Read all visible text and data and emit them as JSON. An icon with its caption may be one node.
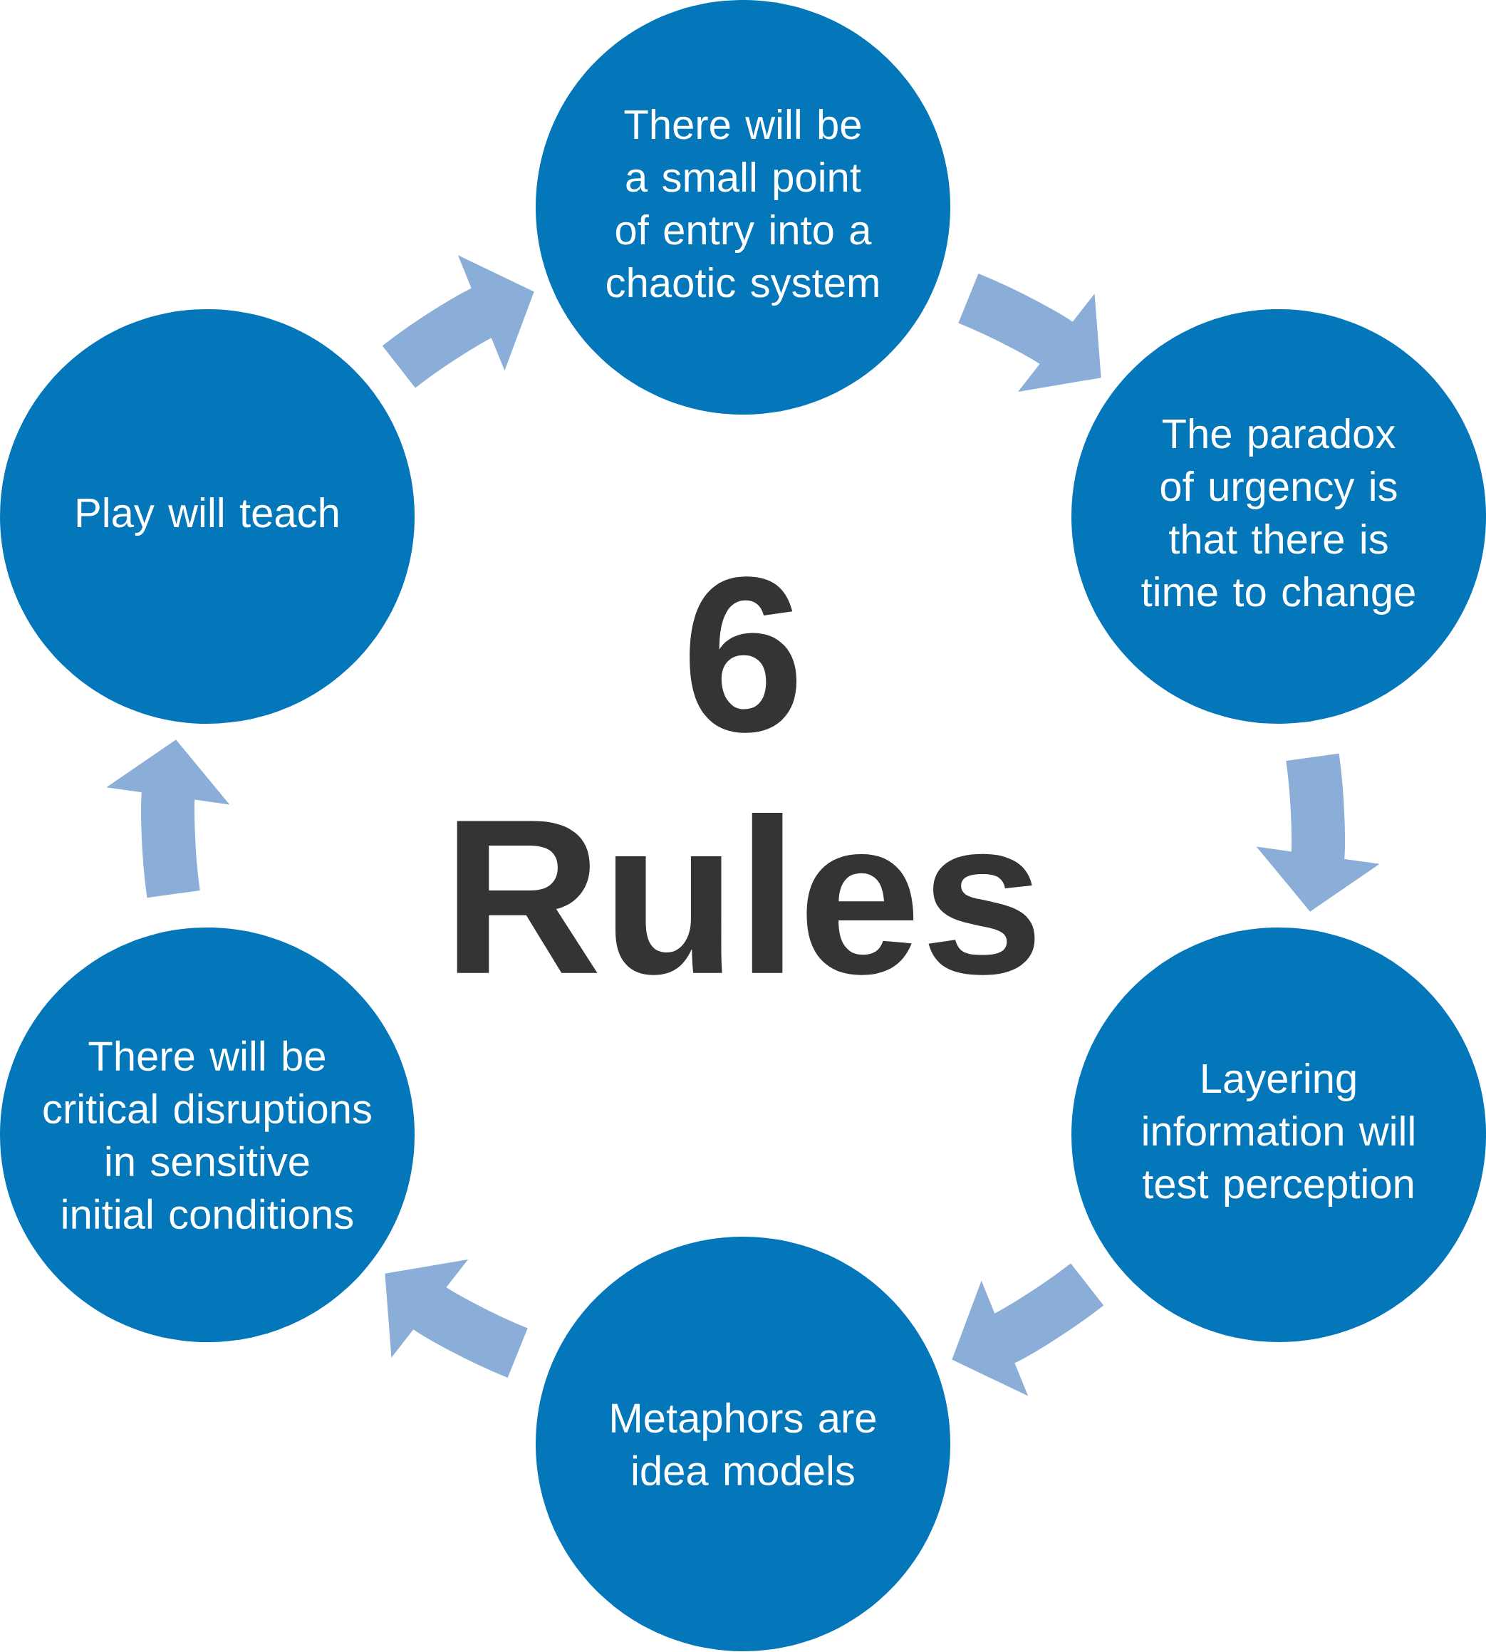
{
  "diagram": {
    "title": "6 Rules",
    "nodes": [
      {
        "text": [
          "There will be a small point of entry into a chaotic system"
        ]
      },
      {
        "text": [
          "Play will teach"
        ]
      },
      {
        "text": [
          "The paradox of urgency is that there is time to change"
        ]
      },
      {
        "text": [
          "There will be critical disruptions in sensitive initial conditions"
        ]
      },
      {
        "text": [
          "Layering information will test perception"
        ]
      },
      {
        "text": [
          "Metaphors are idea models"
        ]
      }
    ],
    "edges": [
      {
        "from": 0,
        "to": 2,
        "arrow": "to"
      },
      {
        "from": 2,
        "to": 4,
        "arrow": "to"
      },
      {
        "from": 4,
        "to": 5,
        "arrow": "to"
      },
      {
        "from": 5,
        "to": 3,
        "arrow": "to"
      },
      {
        "from": 3,
        "to": 1,
        "arrow": "to"
      },
      {
        "from": 1,
        "to": 0,
        "arrow": "to"
      }
    ]
  }
}
